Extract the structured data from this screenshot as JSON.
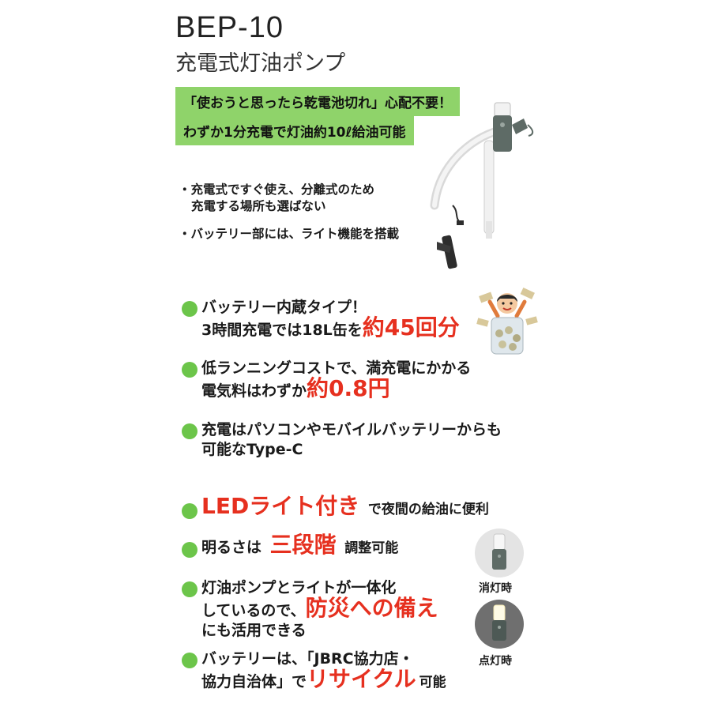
{
  "header": {
    "model": "BEP-10",
    "subtitle": "充電式灯油ポンプ"
  },
  "tags": [
    "「使おうと思ったら乾電池切れ」心配不要！",
    "わずか1分充電で灯油約10ℓ給油可能"
  ],
  "notes": {
    "n1_line1": "・充電式ですぐ使え、分離式のため",
    "n1_line2": "充電する場所も選ばない",
    "n2": "・バッテリー部には、ライト機能を搭載"
  },
  "features": {
    "f1_line1": "バッテリー内蔵タイプ！",
    "f1_line2": "3時間充電では18L缶を",
    "f1_hl": "約45回分",
    "f2_line1": "低ランニングコストで、満充電にかかる",
    "f2_line2": "電気料はわずか",
    "f2_hl": "約0.8円",
    "f3_line1": "充電はパソコンやモバイルバッテリーからも",
    "f3_line2": "可能なType-C",
    "f4_hl": "LEDライト付き",
    "f4_rest": "で夜間の給油に便利",
    "f5_pre": "明るさは",
    "f5_hl": "三段階",
    "f5_post": "調整可能",
    "f6_line1": "灯油ポンプとライトが一体化",
    "f6_line2": "しているので、",
    "f6_hl": "防災への備え",
    "f6_line3": "にも活用できる",
    "f7_line1": "バッテリーは、「JBRC協力店・",
    "f7_line2": "協力自治体」で",
    "f7_hl": "リサイクル",
    "f7_post": "可能"
  },
  "captions": {
    "off": "消灯時",
    "on": "点灯時"
  },
  "colors": {
    "tag_bg": "#8fd36a",
    "bullet": "#6cc54a",
    "highlight": "#e6301f"
  }
}
